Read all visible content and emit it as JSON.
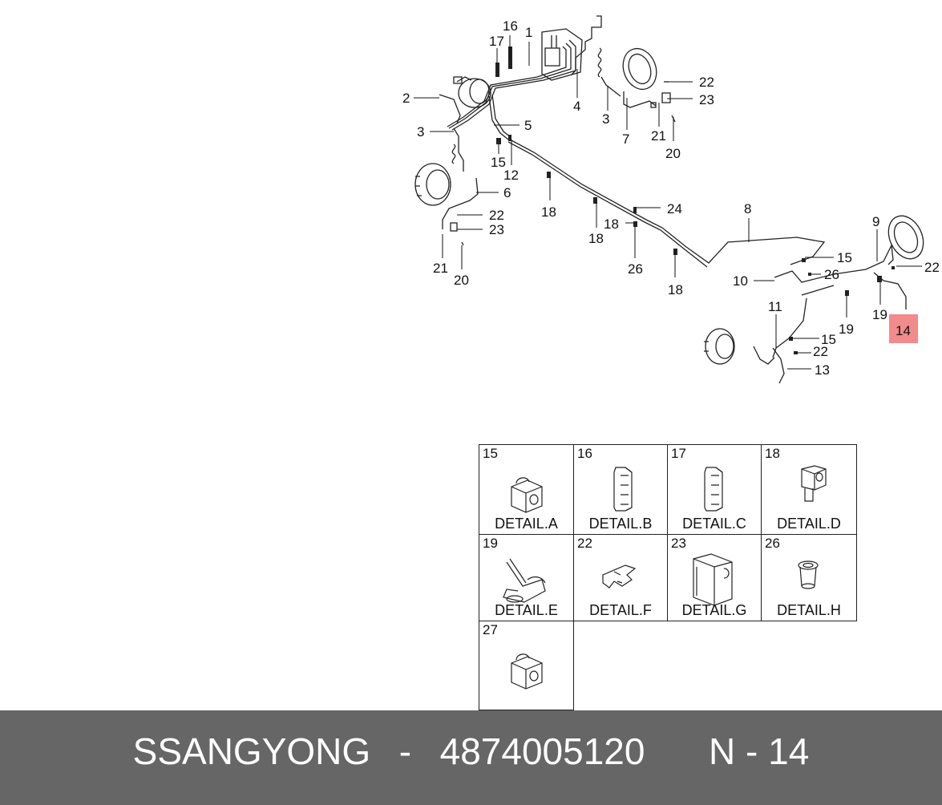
{
  "diagram": {
    "highlight_color": "#f28b8b",
    "callouts": [
      {
        "id": "c16",
        "text": "16"
      },
      {
        "id": "c1",
        "text": "1"
      },
      {
        "id": "c17",
        "text": "17"
      },
      {
        "id": "c2",
        "text": "2"
      },
      {
        "id": "c3a",
        "text": "3"
      },
      {
        "id": "c5",
        "text": "5"
      },
      {
        "id": "c4",
        "text": "4"
      },
      {
        "id": "c3b",
        "text": "3"
      },
      {
        "id": "c7",
        "text": "7"
      },
      {
        "id": "c21a",
        "text": "21"
      },
      {
        "id": "c20a",
        "text": "20"
      },
      {
        "id": "c22a",
        "text": "22"
      },
      {
        "id": "c23a",
        "text": "23"
      },
      {
        "id": "c15a",
        "text": "15"
      },
      {
        "id": "c12",
        "text": "12"
      },
      {
        "id": "c6",
        "text": "6"
      },
      {
        "id": "c18a",
        "text": "18"
      },
      {
        "id": "c22b",
        "text": "22"
      },
      {
        "id": "c23b",
        "text": "23"
      },
      {
        "id": "c21b",
        "text": "21"
      },
      {
        "id": "c20b",
        "text": "20"
      },
      {
        "id": "c18b",
        "text": "18"
      },
      {
        "id": "c18c",
        "text": "18"
      },
      {
        "id": "c24",
        "text": "24"
      },
      {
        "id": "c26a",
        "text": "26"
      },
      {
        "id": "c18d",
        "text": "18"
      },
      {
        "id": "c8",
        "text": "8"
      },
      {
        "id": "c15b",
        "text": "15"
      },
      {
        "id": "c26b",
        "text": "26"
      },
      {
        "id": "c10",
        "text": "10"
      },
      {
        "id": "c9",
        "text": "9"
      },
      {
        "id": "c22c",
        "text": "22"
      },
      {
        "id": "c19",
        "text": "19"
      },
      {
        "id": "c19b",
        "text": "19"
      },
      {
        "id": "c14",
        "text": "14"
      },
      {
        "id": "c11",
        "text": "11"
      },
      {
        "id": "c15c",
        "text": "15"
      },
      {
        "id": "c22d",
        "text": "22"
      },
      {
        "id": "c13",
        "text": "13"
      }
    ]
  },
  "details": [
    {
      "num": "15",
      "label": "DETAIL.A"
    },
    {
      "num": "16",
      "label": "DETAIL.B"
    },
    {
      "num": "17",
      "label": "DETAIL.C"
    },
    {
      "num": "18",
      "label": "DETAIL.D"
    },
    {
      "num": "19",
      "label": "DETAIL.E"
    },
    {
      "num": "22",
      "label": "DETAIL.F"
    },
    {
      "num": "23",
      "label": "DETAIL.G"
    },
    {
      "num": "26",
      "label": "DETAIL.H"
    },
    {
      "num": "27",
      "label": ""
    }
  ],
  "footer": {
    "brand": "SSANGYONG",
    "separator": "-",
    "part_number": "4874005120",
    "position_label": "N - 14",
    "background": "#666666"
  }
}
